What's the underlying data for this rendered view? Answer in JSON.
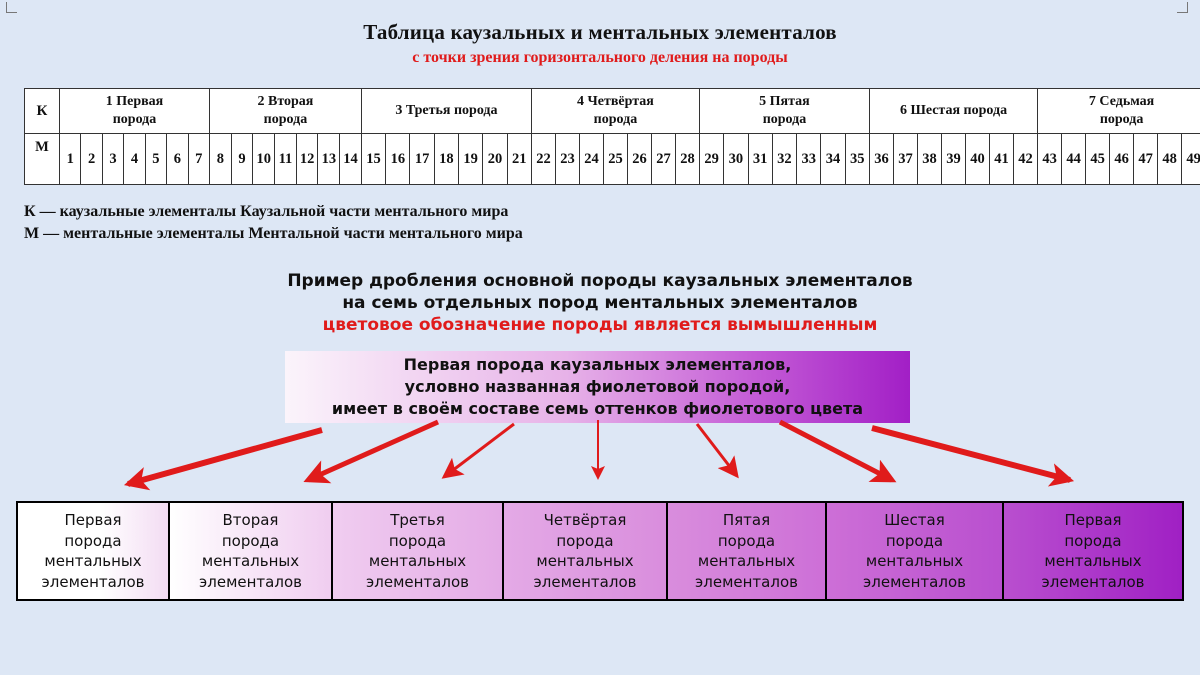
{
  "header": {
    "title": "Таблица каузальных и ментальных элементалов",
    "subtitle": "с точки зрения горизонтального деления на породы"
  },
  "table": {
    "row_labels": [
      "К",
      "М"
    ],
    "breeds": [
      {
        "lines": [
          "1 Первая",
          "порода"
        ]
      },
      {
        "lines": [
          "2 Вторая",
          "порода"
        ]
      },
      {
        "lines": [
          "3 Третья порода"
        ]
      },
      {
        "lines": [
          "4 Четвёртая",
          "порода"
        ]
      },
      {
        "lines": [
          "5 Пятая",
          "порода"
        ]
      },
      {
        "lines": [
          "6 Шестая порода"
        ]
      },
      {
        "lines": [
          "7 Седьмая",
          "порода"
        ]
      }
    ],
    "numbers": [
      "1",
      "2",
      "3",
      "4",
      "5",
      "6",
      "7",
      "8",
      "9",
      "10",
      "11",
      "12",
      "13",
      "14",
      "15",
      "16",
      "17",
      "18",
      "19",
      "20",
      "21",
      "22",
      "23",
      "24",
      "25",
      "26",
      "27",
      "28",
      "29",
      "30",
      "31",
      "32",
      "33",
      "34",
      "35",
      "36",
      "37",
      "38",
      "39",
      "40",
      "41",
      "42",
      "43",
      "44",
      "45",
      "46",
      "47",
      "48",
      "49"
    ]
  },
  "legend": {
    "k": "К — каузальные элементалы Каузальной части ментального мира",
    "m": "М — ментальные элементалы Ментальной части ментального мира"
  },
  "example": {
    "line1": "Пример дробления основной породы каузальных элементалов",
    "line2": "на семь отдельных пород ментальных элементалов",
    "note": "цветовое обозначение породы является вымышленным"
  },
  "parent": {
    "lines": [
      "Первая порода каузальных элементалов,",
      "условно названная фиолетовой породой,",
      "имеет в своём составе семь оттенков фиолетового цвета"
    ]
  },
  "children": [
    {
      "lines": [
        "Первая",
        "порода",
        "ментальных",
        "элементалов"
      ],
      "color": "#ffffff"
    },
    {
      "lines": [
        "Вторая",
        "порода",
        "ментальных",
        "элементалов"
      ],
      "color": "#f0cdf0"
    },
    {
      "lines": [
        "Третья",
        "порода",
        "ментальных",
        "элементалов"
      ],
      "color": "#e4aae6"
    },
    {
      "lines": [
        "Четвёртая",
        "порода",
        "ментальных",
        "элементалов"
      ],
      "color": "#d98ddd"
    },
    {
      "lines": [
        "Пятая",
        "порода",
        "ментальных",
        "элементалов"
      ],
      "color": "#cd6fd7"
    },
    {
      "lines": [
        "Шестая",
        "порода",
        "ментальных",
        "элементалов"
      ],
      "color": "#b94fcf"
    },
    {
      "lines": [
        "Первая",
        "порода",
        "ментальных",
        "элементалов"
      ],
      "color": "#a020c4"
    }
  ],
  "colors": {
    "accent_red": "#e01b1b",
    "background": "#dde7f5"
  }
}
